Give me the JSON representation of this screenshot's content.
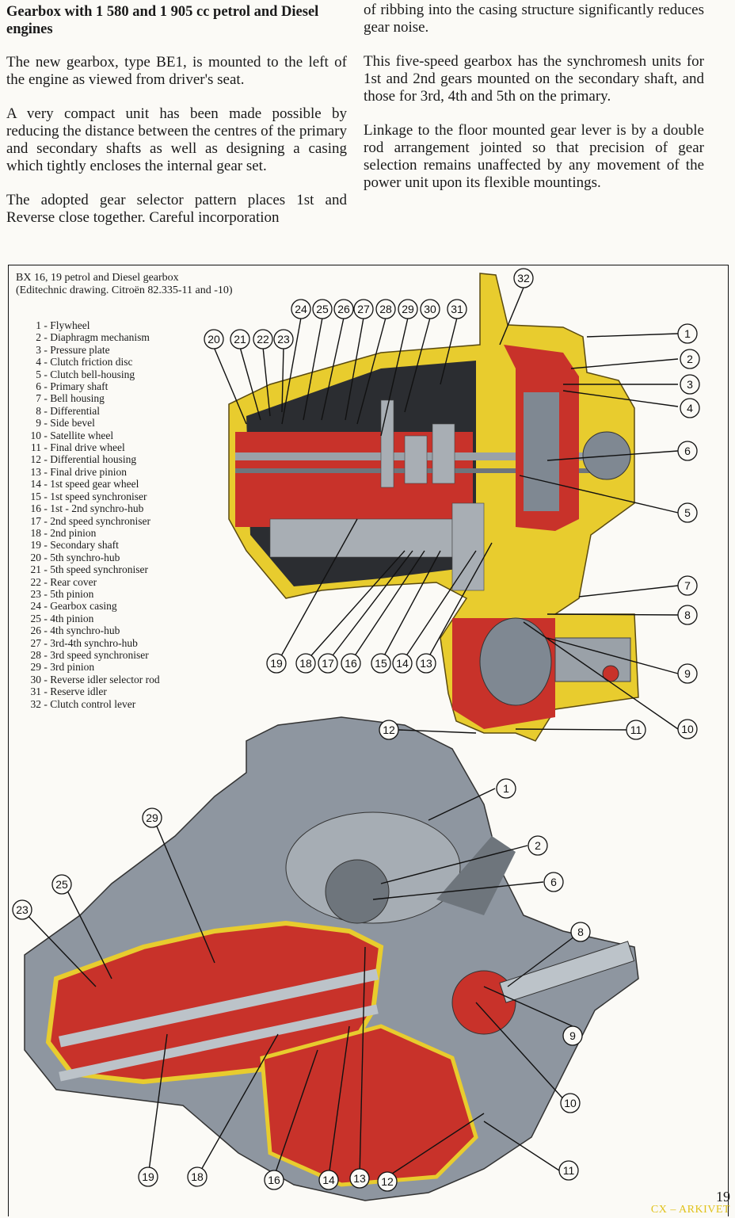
{
  "left_column": {
    "heading": "Gearbox with 1 580 and 1 905 cc petrol and Diesel engines",
    "paragraphs": [
      "The new gearbox, type BE1, is mounted to the left of the engine as viewed from driver's seat.",
      "A very compact unit has been made possible by reducing the distance between the centres of the primary and secondary shafts as well as designing a casing which tightly encloses the internal gear set.",
      "The adopted gear selector pattern places 1st and Reverse close together. Careful incorporation"
    ]
  },
  "right_column": {
    "paragraphs": [
      "of ribbing into the casing structure significantly reduces gear noise.",
      "This five-speed gearbox has the synchromesh units for 1st and 2nd gears mounted on the secondary shaft, and those for 3rd, 4th and 5th on the primary.",
      "Linkage to the floor mounted gear lever is by a double rod arrangement jointed so that precision of gear selection remains unaffected by any movement of the power unit upon its flexible mountings."
    ]
  },
  "figure": {
    "caption_line1": "BX 16, 19 petrol and Diesel gearbox",
    "caption_line2": "(Editechnic drawing. Citroën 82.335-11 and -10)",
    "legend": [
      {
        "n": "1",
        "label": "Flywheel"
      },
      {
        "n": "2",
        "label": "Diaphragm mechanism"
      },
      {
        "n": "3",
        "label": "Pressure plate"
      },
      {
        "n": "4",
        "label": "Clutch friction disc"
      },
      {
        "n": "5",
        "label": "Clutch bell-housing"
      },
      {
        "n": "6",
        "label": "Primary shaft"
      },
      {
        "n": "7",
        "label": "Bell housing"
      },
      {
        "n": "8",
        "label": "Differential"
      },
      {
        "n": "9",
        "label": "Side bevel"
      },
      {
        "n": "10",
        "label": "Satellite wheel"
      },
      {
        "n": "11",
        "label": "Final drive wheel"
      },
      {
        "n": "12",
        "label": "Differential housing"
      },
      {
        "n": "13",
        "label": "Final drive pinion"
      },
      {
        "n": "14",
        "label": "1st speed gear wheel"
      },
      {
        "n": "15",
        "label": "1st speed synchroniser"
      },
      {
        "n": "16",
        "label": "1st - 2nd synchro-hub"
      },
      {
        "n": "17",
        "label": "2nd speed synchroniser"
      },
      {
        "n": "18",
        "label": "2nd pinion"
      },
      {
        "n": "19",
        "label": "Secondary shaft"
      },
      {
        "n": "20",
        "label": "5th synchro-hub"
      },
      {
        "n": "21",
        "label": "5th speed synchroniser"
      },
      {
        "n": "22",
        "label": "Rear cover"
      },
      {
        "n": "23",
        "label": "5th pinion"
      },
      {
        "n": "24",
        "label": "Gearbox casing"
      },
      {
        "n": "25",
        "label": "4th pinion"
      },
      {
        "n": "26",
        "label": "4th synchro-hub"
      },
      {
        "n": "27",
        "label": "3rd-4th synchro-hub"
      },
      {
        "n": "28",
        "label": "3rd speed synchroniser"
      },
      {
        "n": "29",
        "label": "3rd pinion"
      },
      {
        "n": "30",
        "label": "Reverse idler selector rod"
      },
      {
        "n": "31",
        "label": "Reserve idler"
      },
      {
        "n": "32",
        "label": "Clutch control lever"
      }
    ],
    "top_callouts": [
      "20",
      "21",
      "22",
      "23",
      "24",
      "25",
      "26",
      "27",
      "28",
      "29",
      "30",
      "31",
      "32",
      "1",
      "2",
      "3",
      "4",
      "6",
      "5",
      "7",
      "8",
      "9",
      "10",
      "11",
      "12",
      "19",
      "18",
      "17",
      "16",
      "15",
      "14",
      "13"
    ],
    "bottom_callouts": [
      "29",
      "25",
      "23",
      "1",
      "2",
      "6",
      "8",
      "9",
      "10",
      "11",
      "19",
      "18",
      "16",
      "14",
      "13",
      "12"
    ],
    "colors": {
      "casing": "#e8cc2e",
      "section": "#c8322a",
      "steel": "#7f8892",
      "dark": "#2b2d31"
    }
  },
  "page_number": "19",
  "archive_mark": "CX – ARKIVET"
}
